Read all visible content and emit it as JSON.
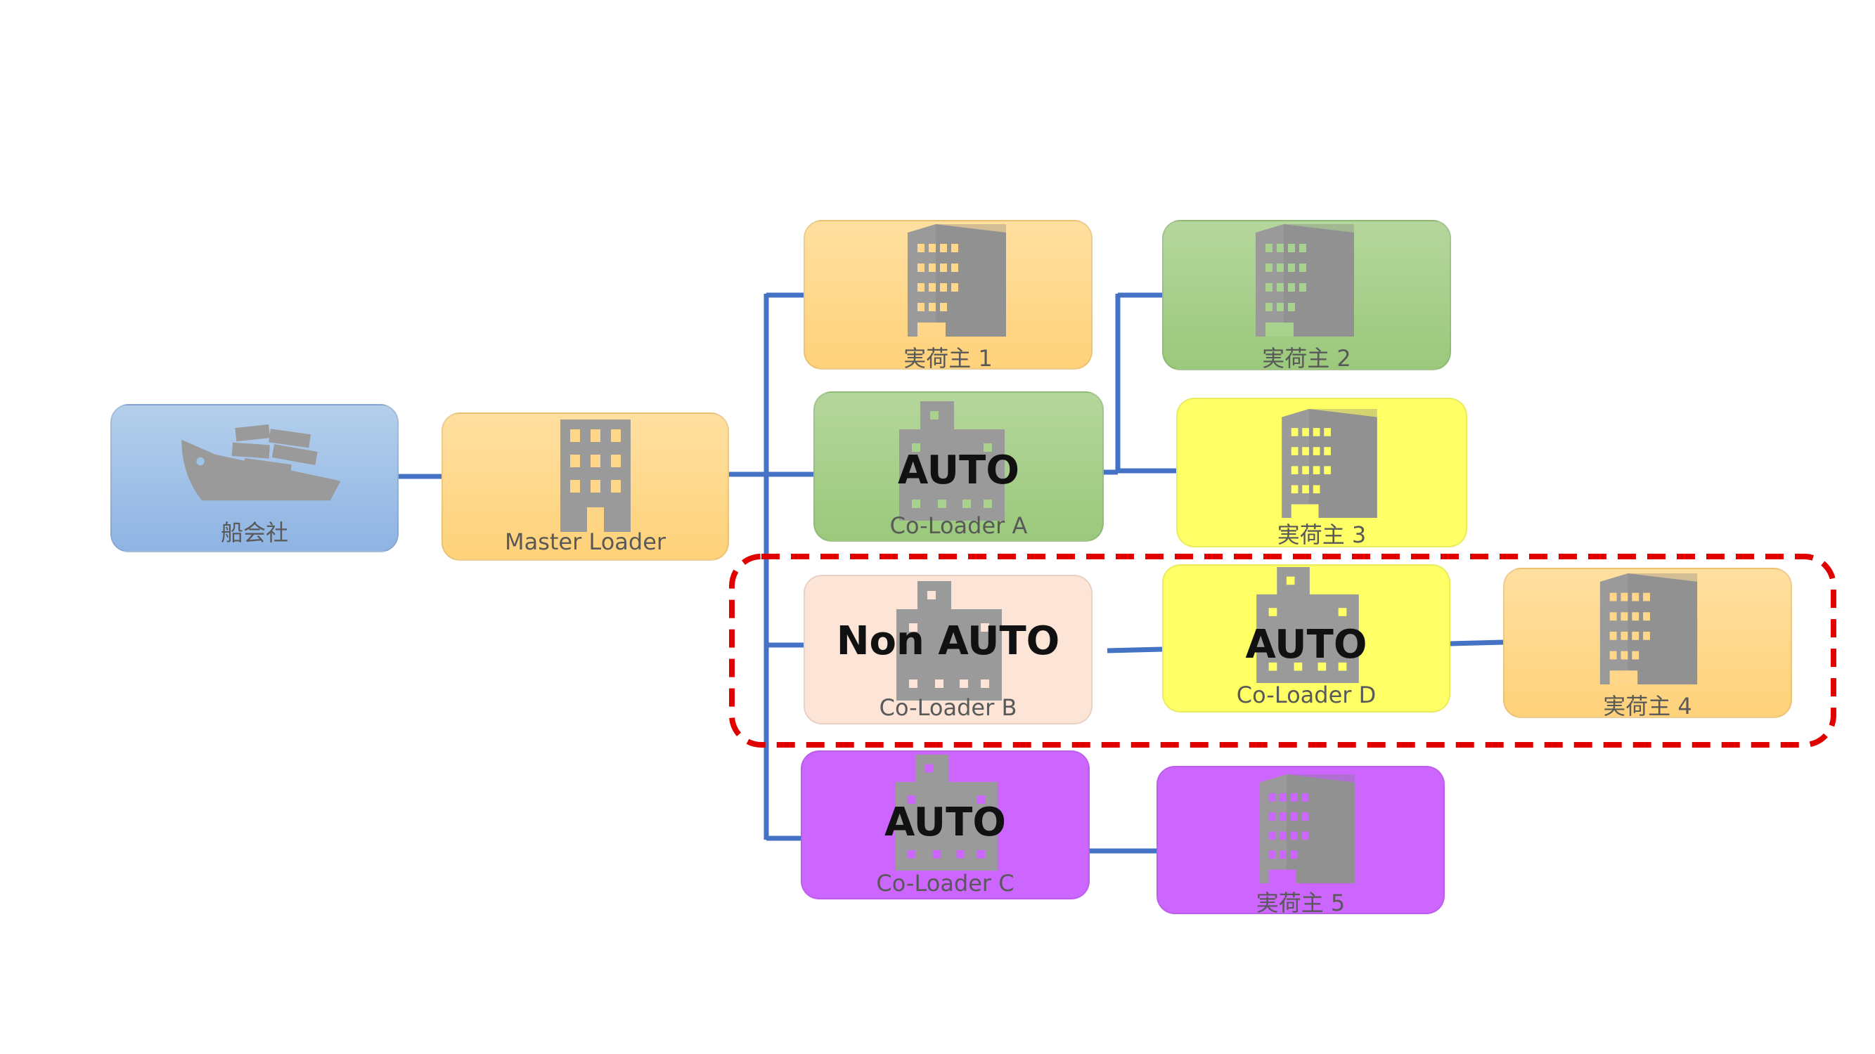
{
  "colors": {
    "connector": "#4472C4",
    "highlight": "#E00000",
    "icon": "#9A9A9A",
    "blue": "#9DC3E6",
    "orange": "#FFD68A",
    "green": "#A9D18E",
    "yellow": "#FFFF66",
    "peach": "#FCE4D6",
    "purple": "#CC66FF"
  },
  "nodes": {
    "carrier": {
      "label": "船会社"
    },
    "master_loader": {
      "label": "Master Loader"
    },
    "shipper_1": {
      "label": "実荷主 1"
    },
    "co_loader_a": {
      "label": "Co-Loader A",
      "tag": "AUTO"
    },
    "shipper_2": {
      "label": "実荷主 2"
    },
    "shipper_3": {
      "label": "実荷主 3"
    },
    "co_loader_b": {
      "label": "Co-Loader B",
      "tag": "Non AUTO"
    },
    "co_loader_d": {
      "label": "Co-Loader D",
      "tag": "AUTO"
    },
    "shipper_4": {
      "label": "実荷主 4"
    },
    "co_loader_c": {
      "label": "Co-Loader C",
      "tag": "AUTO"
    },
    "shipper_5": {
      "label": "実荷主 5"
    }
  }
}
